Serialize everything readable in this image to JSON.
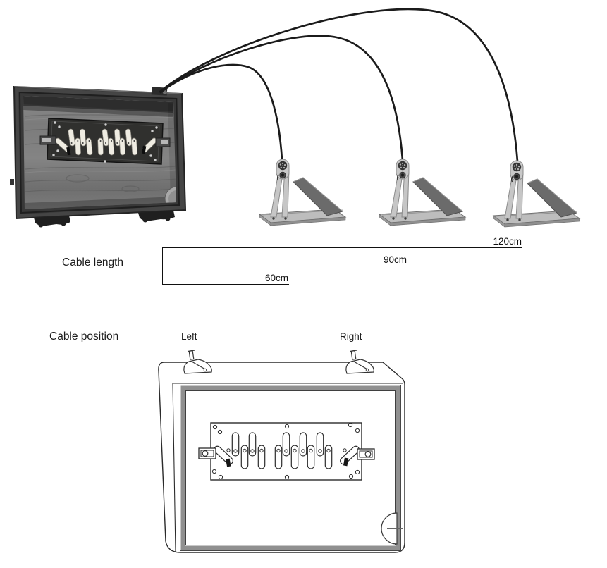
{
  "cable_length": {
    "label": "Cable length",
    "measurements": [
      {
        "label": "120cm",
        "value_cm": 120
      },
      {
        "label": "90cm",
        "value_cm": 90
      },
      {
        "label": "60cm",
        "value_cm": 60
      }
    ]
  },
  "cable_position": {
    "label": "Cable position",
    "markers": [
      {
        "label": "Left"
      },
      {
        "label": "Right"
      }
    ]
  },
  "colors": {
    "line": "#1b1b1b",
    "frame_gray": "#909090",
    "background": "#ffffff"
  }
}
